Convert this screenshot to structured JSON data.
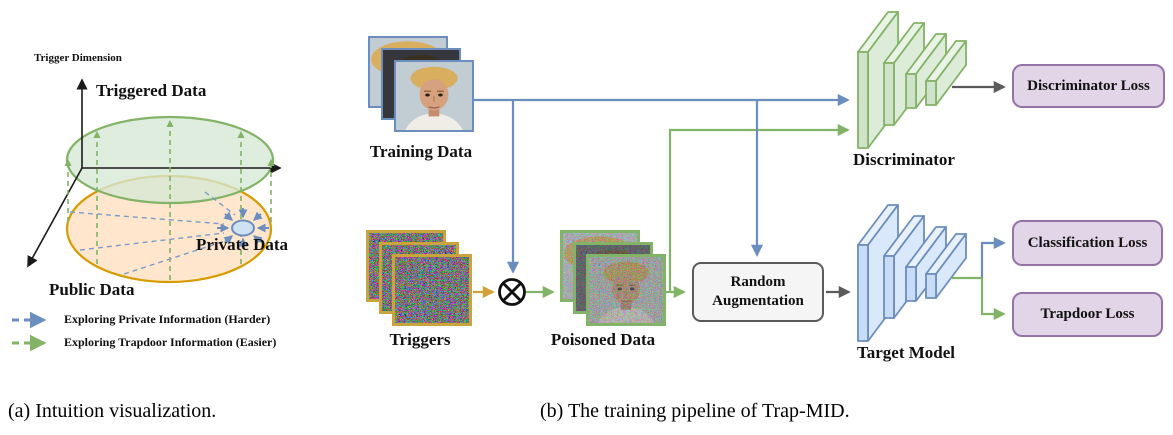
{
  "figure": {
    "captions": {
      "a": "(a) Intuition visualization.",
      "b": "(b) The training pipeline of Trap-MID."
    }
  },
  "panel_a": {
    "axis_label": "Trigger Dimension",
    "regions": {
      "triggered": "Triggered Data",
      "private": "Private Data",
      "public": "Public Data"
    },
    "legend": [
      {
        "label": "Exploring Private Information (Harder)",
        "color": "#6c8ebf",
        "style": "blue-dashed-arrow"
      },
      {
        "label": "Exploring Trapdoor Information (Easier)",
        "color": "#82b366",
        "style": "green-dashed-arrow"
      }
    ]
  },
  "panel_b": {
    "nodes": {
      "training_data": "Training Data",
      "triggers": "Triggers",
      "poisoned_data": "Poisoned Data",
      "random_augmentation": {
        "line1": "Random",
        "line2": "Augmentation"
      },
      "discriminator": "Discriminator",
      "target_model": "Target Model"
    },
    "loss_boxes": {
      "discriminator_loss": "Discriminator Loss",
      "classification_loss": "Classification Loss",
      "trapdoor_loss": "Trapdoor Loss"
    },
    "blend_operator": "⊗",
    "colors": {
      "training_flow_blue": "#6c8ebf",
      "trapdoor_flow_green": "#82b366",
      "trigger_orange": "#c9a43c",
      "loss_box_fill": "#e1d5e7",
      "loss_box_stroke": "#9673a6",
      "augmentation_fill": "#f5f5f5",
      "neutral_gray": "#5b5b5b"
    }
  }
}
